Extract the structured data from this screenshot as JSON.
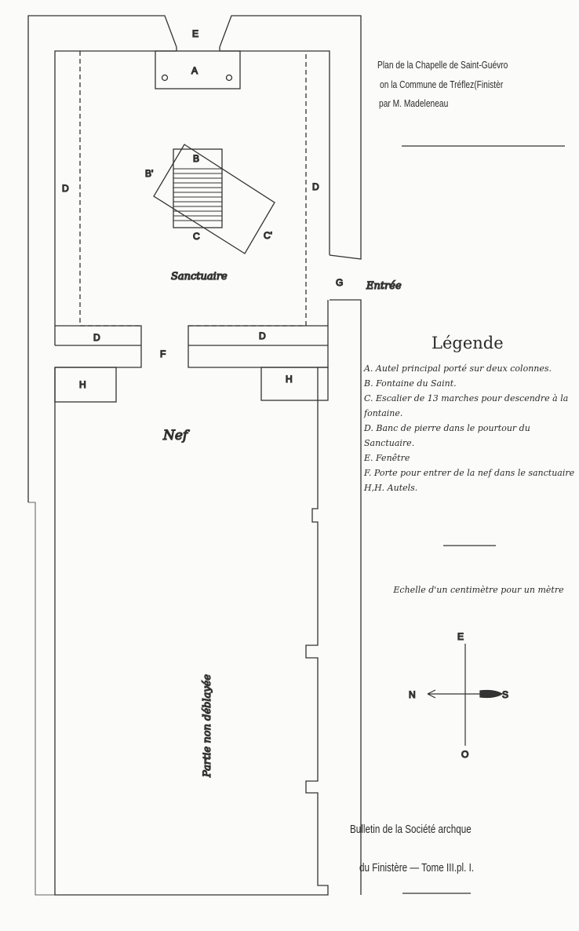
{
  "title": {
    "line1": "Plan de la Chapelle de Saint-Guévro",
    "line2": "on la Commune de Tréflez(Finistèr",
    "line3": "par M. Madeleneau"
  },
  "plan_labels": {
    "A": "A",
    "B": "B",
    "B1": "B'",
    "C": "C",
    "C1": "C'",
    "D": "D",
    "E": "E",
    "F": "F",
    "G": "G",
    "H": "H",
    "sanctuaire": "Sanctuaire",
    "entree": "Entrée",
    "nef": "Nef",
    "partie": "Partie non déblayée"
  },
  "legend": {
    "heading": "Légende",
    "items": [
      "A. Autel principal porté sur deux colonnes.",
      "B. Fontaine du Saint.",
      "C. Escalier de 13 marches pour descendre à la fontaine.",
      "D. Banc de pierre dans le pourtour du Sanctuaire.",
      "E. Fenêtre",
      "F. Porte pour entrer de la nef dans le sanctuaire",
      "H,H. Autels."
    ],
    "scale": "Echelle d'un centimètre pour un mètre"
  },
  "compass": {
    "E": "E",
    "N": "N",
    "S": "S",
    "O": "O"
  },
  "bulletin": {
    "line1": "Bulletin de la Société archque",
    "line2": "du Finistère — Tome III.pl. I."
  }
}
